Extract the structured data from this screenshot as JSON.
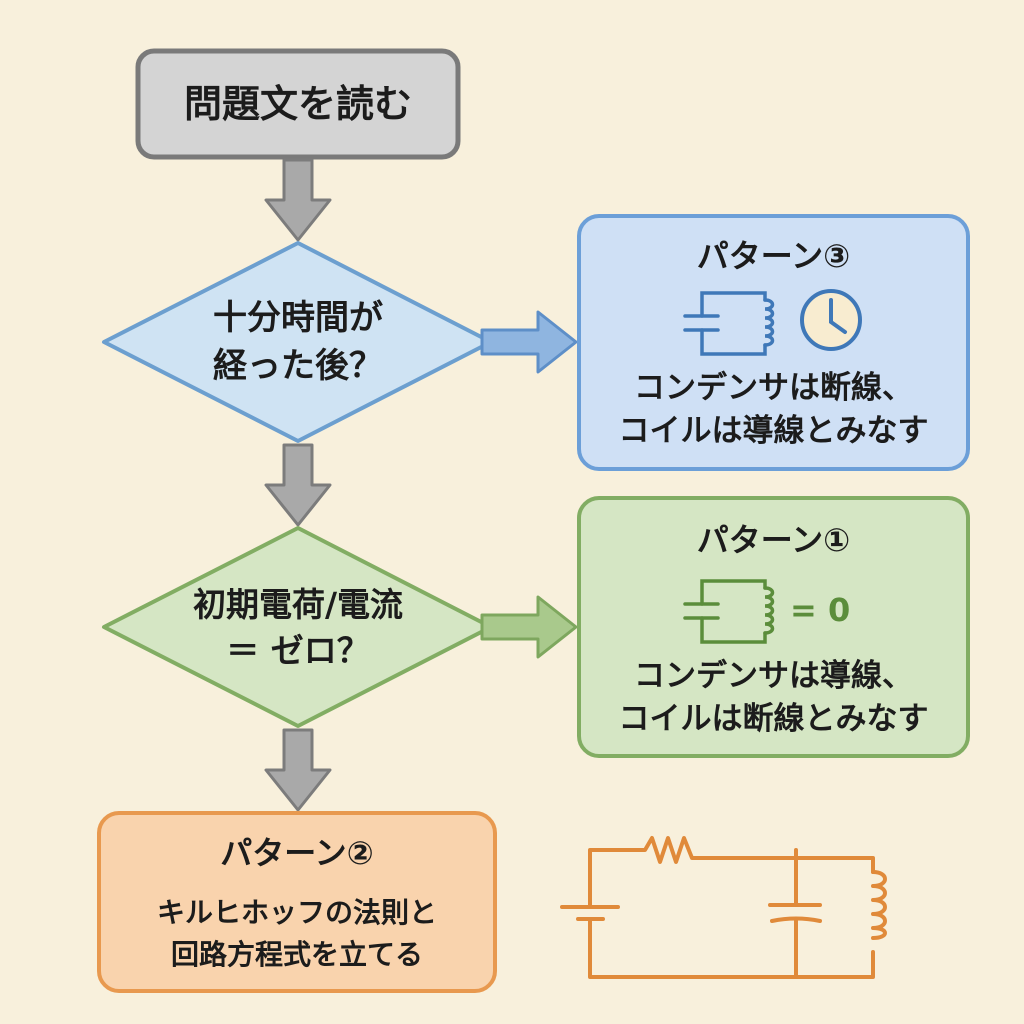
{
  "start": {
    "label": "問題文を読む"
  },
  "decision1": {
    "line1": "十分時間が",
    "line2": "経った後？"
  },
  "decision2": {
    "line1": "初期電荷/電流",
    "line2": "＝ ゼロ？"
  },
  "pattern3": {
    "title": "パターン③",
    "line1": "コンデンサは断線、",
    "line2": "コイルは導線とみなす",
    "icons": [
      "lc-circuit-icon",
      "clock-icon"
    ]
  },
  "pattern1": {
    "title": "パターン①",
    "equals": "= 0",
    "line1": "コンデンサは導線、",
    "line2": "コイルは断線とみなす",
    "icons": [
      "lc-circuit-icon"
    ]
  },
  "pattern2": {
    "title": "パターン②",
    "line1": "キルヒホッフの法則と",
    "line2": "回路方程式を立てる",
    "icons": [
      "rlc-circuit-icon"
    ]
  },
  "colors": {
    "gray": "#d4d4d4",
    "blue": "#cfe0f5",
    "green": "#d5e6c4",
    "orange": "#f9d3ad",
    "background": "#f8f0dc"
  }
}
